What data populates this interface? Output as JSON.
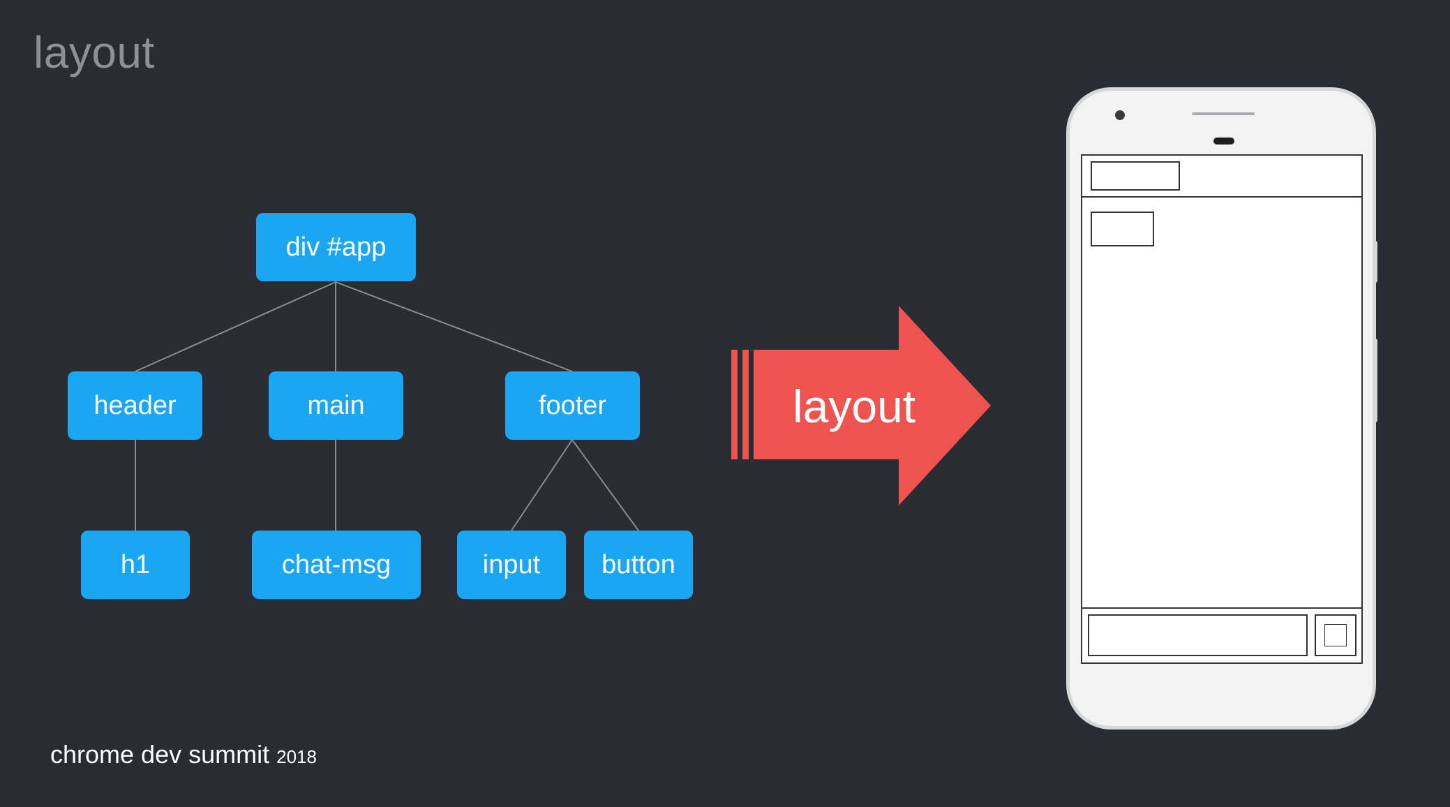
{
  "slide": {
    "title": "layout",
    "arrow_label": "layout",
    "brand": "chrome dev summit",
    "brand_year": "2018"
  },
  "tree": {
    "root": "div #app",
    "level1": [
      "header",
      "main",
      "footer"
    ],
    "level2": [
      "h1",
      "chat-msg",
      "input",
      "button"
    ]
  },
  "colors": {
    "background": "#2a2c33",
    "node": "#1aa6f2",
    "arrow": "#ef5350",
    "title": "#8e9097",
    "edge": "#8a8c92",
    "phone_body": "#f3f3f4"
  }
}
